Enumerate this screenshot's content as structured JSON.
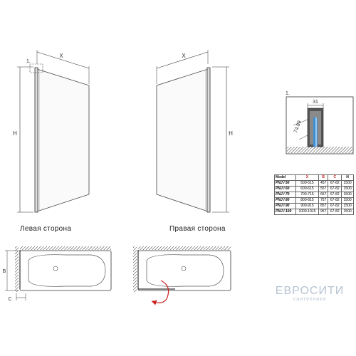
{
  "labels": {
    "left_side": "Левая сторона",
    "right_side": "Правая сторона",
    "dim_x_left": "X",
    "dim_x_right": "X",
    "dim_h_left": "H",
    "dim_h_right": "H",
    "callout_left": "1.",
    "detail_number": "1.",
    "detail_width": "31",
    "detail_angle": "74.89",
    "plan_b": "B",
    "plan_c": "C"
  },
  "table": {
    "headers": [
      "Model",
      "X",
      "B",
      "C",
      "H"
    ],
    "rows": [
      [
        "PNJ I 50",
        "500-515",
        "457",
        "67-82",
        "1500"
      ],
      [
        "PNJ I 60",
        "600-615",
        "557",
        "67-82",
        "1500"
      ],
      [
        "PNJ I 70",
        "700-715",
        "657",
        "67-82",
        "1500"
      ],
      [
        "PNJ I 80",
        "800-815",
        "757",
        "67-82",
        "1500"
      ],
      [
        "PNJ I 90",
        "900-915",
        "857",
        "67-82",
        "1500"
      ],
      [
        "PNJ I 100",
        "1000-1015",
        "957",
        "67-82",
        "1500"
      ]
    ]
  },
  "brand": {
    "name": "ЕВРОСИТИ",
    "subtitle": "сантехника"
  },
  "colors": {
    "line": "#333333",
    "accent_red": "#cc2222",
    "glass_blue": "#3f8fd6",
    "brand": "#b7c4d2"
  }
}
